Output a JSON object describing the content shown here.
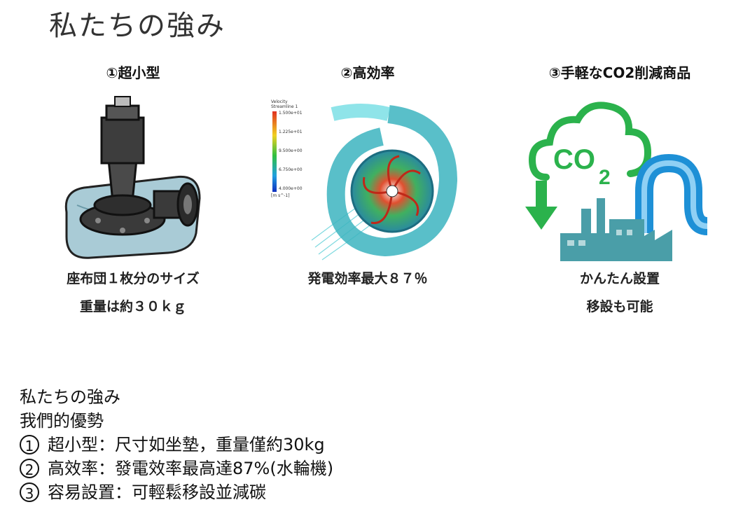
{
  "title": "私たちの強み",
  "features": [
    {
      "heading": "①超小型",
      "captions": [
        "座布団１枚分のサイズ",
        "重量は約３０ｋｇ"
      ],
      "icon": "turbine-on-cushion-icon"
    },
    {
      "heading": "②高効率",
      "captions": [
        "発電効率最大８７％"
      ],
      "icon": "flow-simulation-icon",
      "legend": {
        "title_lines": [
          "Velocity",
          "Streamline 1"
        ],
        "ticks": [
          "1.500e+01",
          "1.225e+01",
          "9.500e+00",
          "6.750e+00",
          "4.000e+00"
        ],
        "unit": "[m s^-1]"
      }
    },
    {
      "heading": "③手軽なCO2削減商品",
      "captions": [
        "かんたん設置",
        "移設も可能"
      ],
      "icon": "co2-reduction-icon",
      "cloud_text": "CO2"
    }
  ],
  "notes": {
    "title": "私たちの強み",
    "subtitle": "我們的優勢",
    "items": [
      {
        "num": "1",
        "text": "超小型：尺寸如坐墊，重量僅約30kg"
      },
      {
        "num": "2",
        "text": "高效率：發電效率最高達87%(水輪機)"
      },
      {
        "num": "3",
        "text": "容易設置：可輕鬆移設並減碳"
      }
    ]
  },
  "colors": {
    "green": "#2bb24c",
    "blue": "#1e90d6",
    "teal": "#4a9ea8"
  }
}
